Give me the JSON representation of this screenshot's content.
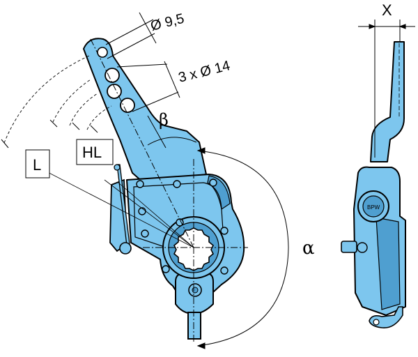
{
  "labels": {
    "hole_diameter": "Ø 9,5",
    "holes_spec": "3 x Ø 14",
    "beta": "β",
    "alpha": "α",
    "length_L": "L",
    "hl": "HL",
    "width_x": "X"
  },
  "colors": {
    "body_fill": "#7dc6ee",
    "body_dark": "#4f9fd0",
    "outline": "#000000",
    "background": "#ffffff"
  },
  "icons": {
    "brand_logo": "bpw-logo-icon"
  }
}
